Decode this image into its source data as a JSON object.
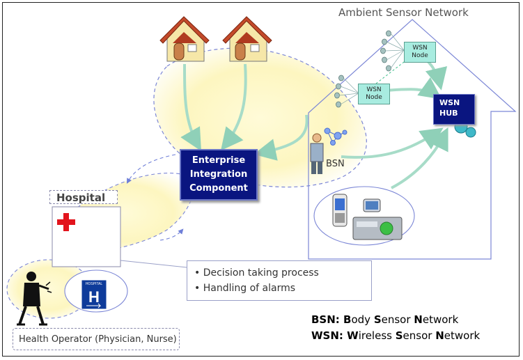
{
  "title": "Ambient Sensor Network",
  "eic": {
    "line1": "Enterprise",
    "line2": "Integration",
    "line3": "Component"
  },
  "hub": {
    "line1": "WSN",
    "line2": "HUB"
  },
  "nodes": [
    {
      "line1": "WSN",
      "line2": "Node"
    },
    {
      "line1": "WSN",
      "line2": "Node"
    }
  ],
  "bsn_label": "BSN",
  "hospital_label": "Hospital",
  "hospital_sign": {
    "top": "HOSPITAL",
    "letter": "H"
  },
  "operator_label": "Health Operator (Physician, Nurse)",
  "process_items": [
    "Decision taking process",
    "Handling of alarms"
  ],
  "legend": [
    {
      "abbr": "BSN",
      "sep": ":",
      "parts": [
        [
          "B",
          "ody "
        ],
        [
          "S",
          "ensor "
        ],
        [
          "N",
          "etwork"
        ]
      ]
    },
    {
      "abbr": "WSN",
      "sep": ":",
      "parts": [
        [
          "W",
          "ireless "
        ],
        [
          "S",
          "ensor "
        ],
        [
          "N",
          "etwork"
        ]
      ]
    }
  ]
}
